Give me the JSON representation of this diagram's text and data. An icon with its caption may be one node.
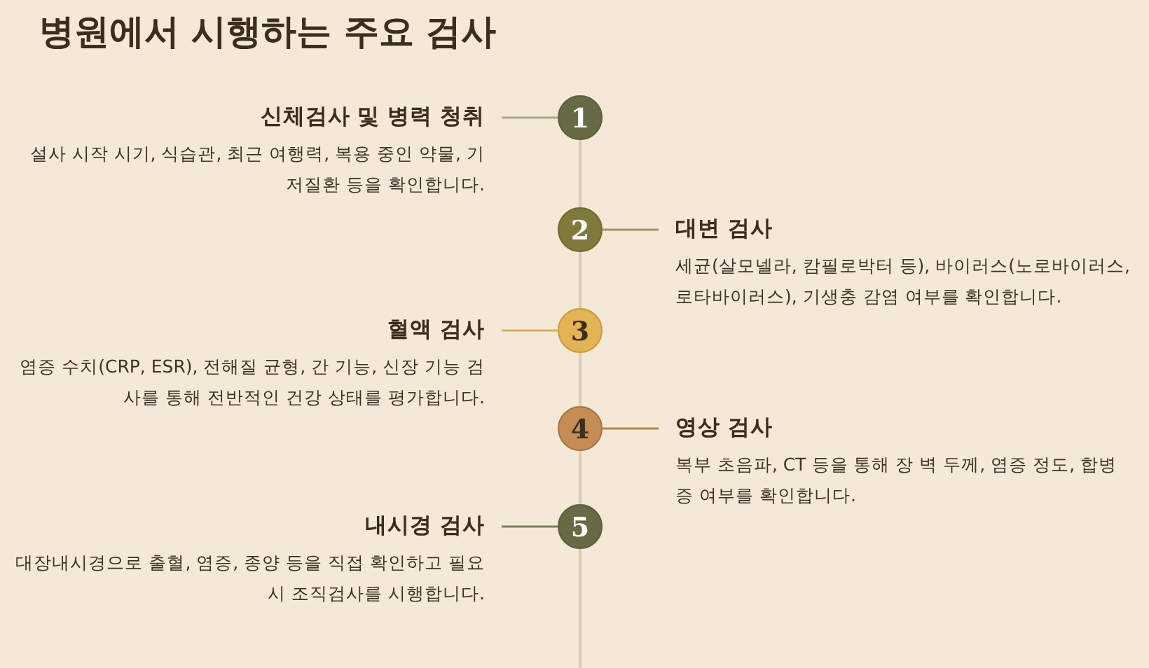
{
  "diagram": {
    "title": "병원에서 시행하는 주요 검사",
    "nodes": [
      {
        "text": [
          "신체검사 및 병력 청취",
          "설사 시작 시기, 식습관, 최근 여행력, 복용 중인 약물, 기저질환 등을 확인합니다."
        ]
      },
      {
        "text": [
          "1"
        ]
      },
      {
        "text": [
          "2"
        ]
      },
      {
        "text": [
          "대변 검사",
          "세균(살모넬라, 캄필로박터 등), 바이러스(노로바이러스, 로타바이러스), 기생충 감염 여부를 확인합니다."
        ]
      },
      {
        "text": [
          "혈액 검사",
          "염증 수치(CRP, ESR), 전해질 균형, 간 기능, 신장 기능 검사를 통해 전반적인 건강 상태를 평가합니다."
        ]
      },
      {
        "text": [
          "3"
        ]
      },
      {
        "text": [
          "4"
        ]
      },
      {
        "text": [
          "영상 검사",
          "복부 초음파, CT 등을 통해 장 벽 두께, 염증 정도, 합병증 여부를 확인합니다."
        ]
      },
      {
        "text": [
          "내시경 검사",
          "대장내시경으로 출혈, 염증, 종양 등을 직접 확인하고 필요시 조직검사를 시행합니다."
        ]
      },
      {
        "text": [
          "5"
        ]
      }
    ],
    "edges": [
      {
        "from": 0,
        "to": 1,
        "arrow": "none",
        "color": "#a9a88a"
      },
      {
        "from": 1,
        "to": 2,
        "arrow": "none"
      },
      {
        "from": 2,
        "to": 3,
        "arrow": "none",
        "color": "#9c9860"
      },
      {
        "from": 2,
        "to": 5,
        "arrow": "none"
      },
      {
        "from": 4,
        "to": 5,
        "arrow": "none",
        "color": "#d9b15c"
      },
      {
        "from": 5,
        "to": 6,
        "arrow": "none"
      },
      {
        "from": 6,
        "to": 7,
        "arrow": "none",
        "color": "#b98548"
      },
      {
        "from": 6,
        "to": 9,
        "arrow": "none"
      },
      {
        "from": 8,
        "to": 9,
        "arrow": "none",
        "color": "#7a8060"
      }
    ]
  }
}
